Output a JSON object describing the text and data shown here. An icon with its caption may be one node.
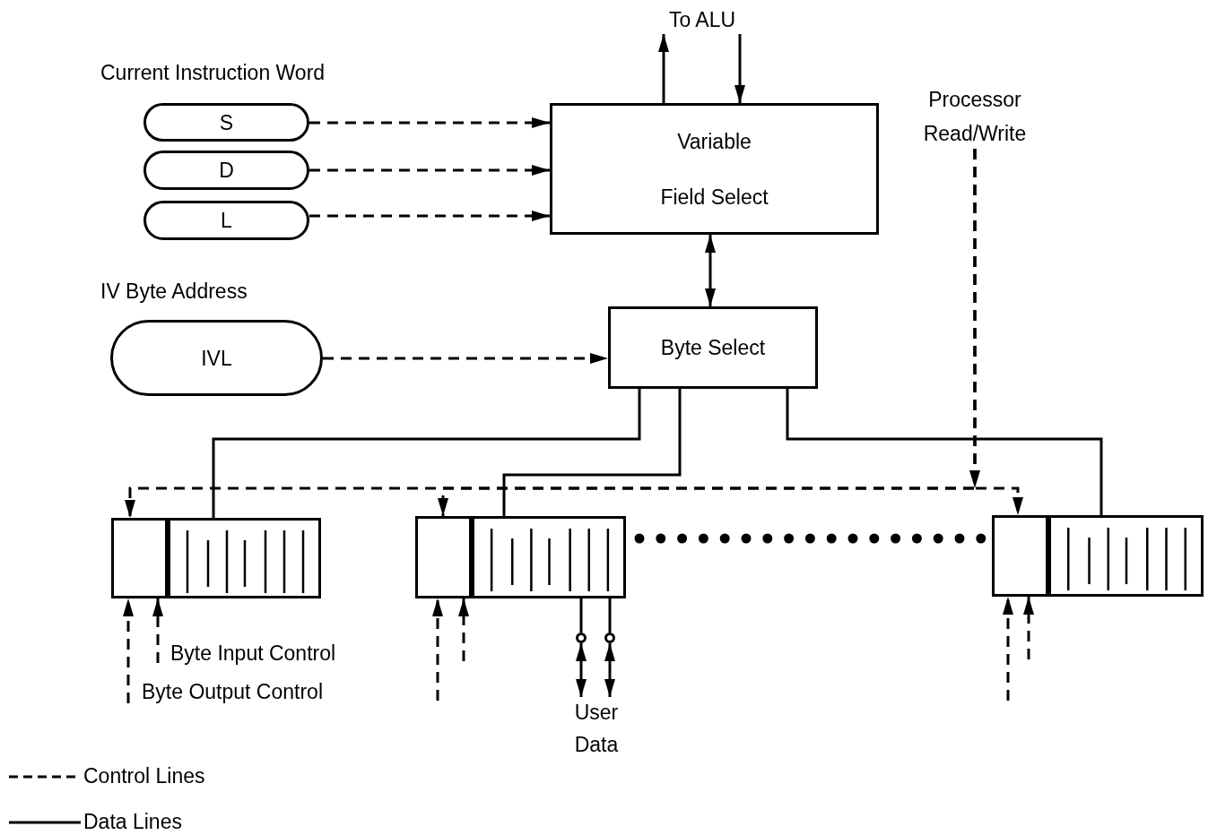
{
  "diagram": {
    "nodes": [
      {
        "text": [
          "To ALU"
        ]
      },
      {
        "text": [
          "S"
        ]
      },
      {
        "text": [
          "D"
        ]
      },
      {
        "text": [
          "L"
        ]
      },
      {
        "text": [
          "Variable Field Select"
        ]
      },
      {
        "text": [
          "Processor Read/Write"
        ]
      },
      {
        "text": [
          "IVL"
        ]
      },
      {
        "text": [
          "Byte Select"
        ]
      },
      {
        "text": [],
        "shape": "box"
      },
      {
        "text": [],
        "shape": "box"
      },
      {
        "text": [],
        "shape": "box"
      },
      {
        "text": [],
        "shape": "box"
      },
      {
        "text": [],
        "shape": "box"
      },
      {
        "text": [],
        "shape": "box"
      },
      {
        "text": [],
        "shape": "circle"
      },
      {
        "text": [],
        "shape": "circle"
      },
      {
        "text": [
          "User Data"
        ]
      }
    ],
    "edges": [
      {
        "from": 4,
        "to": 0,
        "arrow": "to"
      },
      {
        "from": 0,
        "to": 4,
        "arrow": "to"
      },
      {
        "from": 1,
        "to": 4,
        "arrow": "to",
        "style": "dashed"
      },
      {
        "from": 2,
        "to": 4,
        "arrow": "to",
        "style": "dashed"
      },
      {
        "from": 3,
        "to": 4,
        "arrow": "to",
        "style": "dashed"
      },
      {
        "from": 4,
        "to": 7,
        "arrow": "both"
      },
      {
        "from": 6,
        "to": 7,
        "arrow": "to",
        "style": "dashed"
      },
      {
        "from": 7,
        "to": 9,
        "arrow": "none"
      },
      {
        "from": 7,
        "to": 11,
        "arrow": "none"
      },
      {
        "from": 7,
        "to": 13,
        "arrow": "none"
      },
      {
        "from": 5,
        "to": 8,
        "arrow": "to",
        "style": "dashed"
      },
      {
        "from": 5,
        "to": 10,
        "arrow": "to",
        "style": "dashed"
      },
      {
        "from": 5,
        "to": 12,
        "arrow": "to",
        "style": "dashed"
      },
      {
        "from": null,
        "to": 8,
        "arrow": "to",
        "style": "dashed"
      },
      {
        "from": null,
        "to": 8,
        "arrow": "to",
        "style": "dashed"
      },
      {
        "from": null,
        "to": 10,
        "arrow": "to",
        "style": "dashed"
      },
      {
        "from": null,
        "to": 10,
        "arrow": "to",
        "style": "dashed"
      },
      {
        "from": null,
        "to": 12,
        "arrow": "to",
        "style": "dashed"
      },
      {
        "from": null,
        "to": 12,
        "arrow": "to",
        "style": "dashed"
      },
      {
        "from": 11,
        "to": 14,
        "arrow": "none"
      },
      {
        "from": 11,
        "to": 15,
        "arrow": "none"
      },
      {
        "from": 14,
        "to": 16,
        "arrow": "both"
      },
      {
        "from": 15,
        "to": 16,
        "arrow": "both"
      }
    ],
    "labels": [
      "Current Instruction Word",
      "IV Byte Address",
      "Byte Input Control",
      "Byte Output Control"
    ],
    "legend": [
      {
        "text": "Control Lines"
      },
      {
        "text": "Data Lines"
      }
    ]
  }
}
